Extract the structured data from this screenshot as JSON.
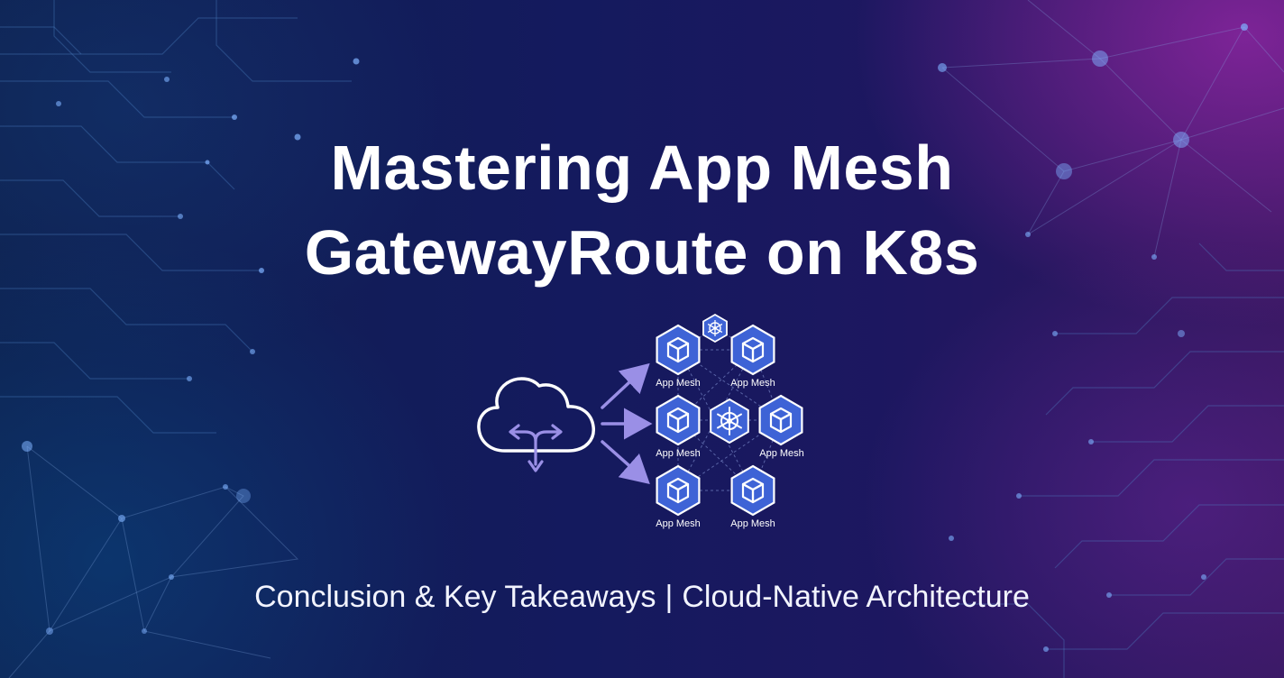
{
  "title": {
    "line1": "Mastering App Mesh",
    "line2": "GatewayRoute on K8s"
  },
  "subtitle": {
    "left": "Conclusion & Key Takeaways",
    "separator": "|",
    "right": "Cloud-Native Architecture"
  },
  "diagram": {
    "node_label": "App Mesh",
    "nodes": [
      {
        "label": "App Mesh"
      },
      {
        "label": "App Mesh"
      },
      {
        "label": "App Mesh"
      },
      {
        "label": "App Mesh"
      },
      {
        "label": "App Mesh"
      },
      {
        "label": "App Mesh"
      }
    ],
    "icons": [
      "cloud-routing-icon",
      "cube-icon",
      "kubernetes-helm-icon"
    ]
  },
  "colors": {
    "hexagon": "#3e63d6",
    "arrow": "#9a8fe6",
    "text": "#ffffff"
  }
}
